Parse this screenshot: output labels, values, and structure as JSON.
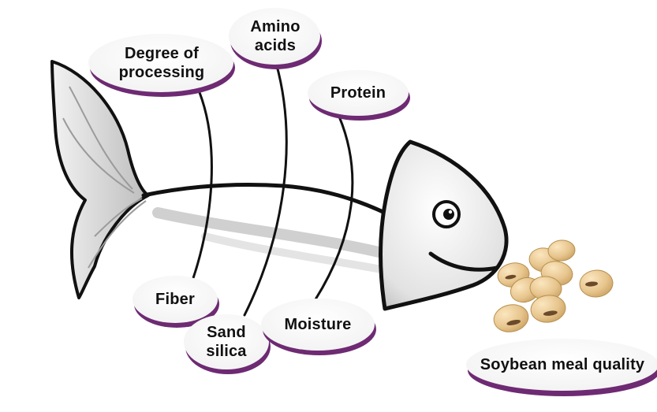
{
  "diagram": {
    "effect": "Soybean meal quality",
    "causes": {
      "degree_of_processing": "Degree of\nprocessing",
      "amino_acids": "Amino\nacids",
      "protein": "Protein",
      "fiber": "Fiber",
      "sand_silica": "Sand\nsilica",
      "moisture": "Moisture"
    }
  },
  "colors": {
    "bubble_shadow": "#6e2a73",
    "fish_outline": "#111111",
    "fish_fill": "#d9d9d9",
    "soybean": "#e6c48e"
  }
}
